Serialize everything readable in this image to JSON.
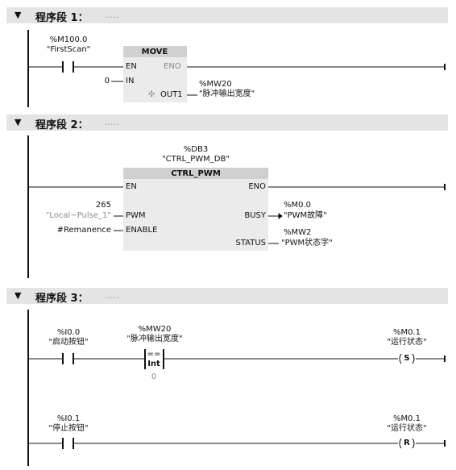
{
  "networks": [
    {
      "title": "程序段 1：",
      "comment": ".....",
      "contact": {
        "address": "%M100.0",
        "tag": "\"FirstScan\""
      },
      "block": {
        "name": "MOVE",
        "en": "EN",
        "eno": "ENO",
        "in_pin": "IN",
        "in_value": "0",
        "out_pin": "OUT1",
        "out_star": "✣",
        "out_address": "%MW20",
        "out_tag": "\"脉冲输出宽度\""
      }
    },
    {
      "title": "程序段 2：",
      "comment": ".....",
      "instance_db": {
        "address": "%DB3",
        "tag": "\"CTRL_PWM_DB\""
      },
      "block": {
        "name": "CTRL_PWM",
        "en": "EN",
        "eno": "ENO",
        "pwm_pin": "PWM",
        "pwm_value": "265",
        "pwm_tag": "\"Local~Pulse_1\"",
        "enable_pin": "ENABLE",
        "enable_tag": "#Remanence",
        "busy_pin": "BUSY",
        "busy_address": "%M0.0",
        "busy_tag": "\"PWM故障\"",
        "status_pin": "STATUS",
        "status_address": "%MW2",
        "status_tag": "\"PWM状态字\""
      }
    },
    {
      "title": "程序段 3：",
      "comment": ".....",
      "rung1": {
        "contact_address": "%I0.0",
        "contact_tag": "\"启动按钮\"",
        "compare_address": "%MW20",
        "compare_tag": "\"脉冲输出宽度\"",
        "compare_op": "==",
        "compare_type": "Int",
        "compare_value": "0",
        "coil_address": "%M0.1",
        "coil_tag": "\"运行状态\"",
        "coil_type": "S"
      },
      "rung2": {
        "contact_address": "%I0.1",
        "contact_tag": "\"停止按钮\"",
        "coil_address": "%M0.1",
        "coil_tag": "\"运行状态\"",
        "coil_type": "R"
      }
    }
  ]
}
